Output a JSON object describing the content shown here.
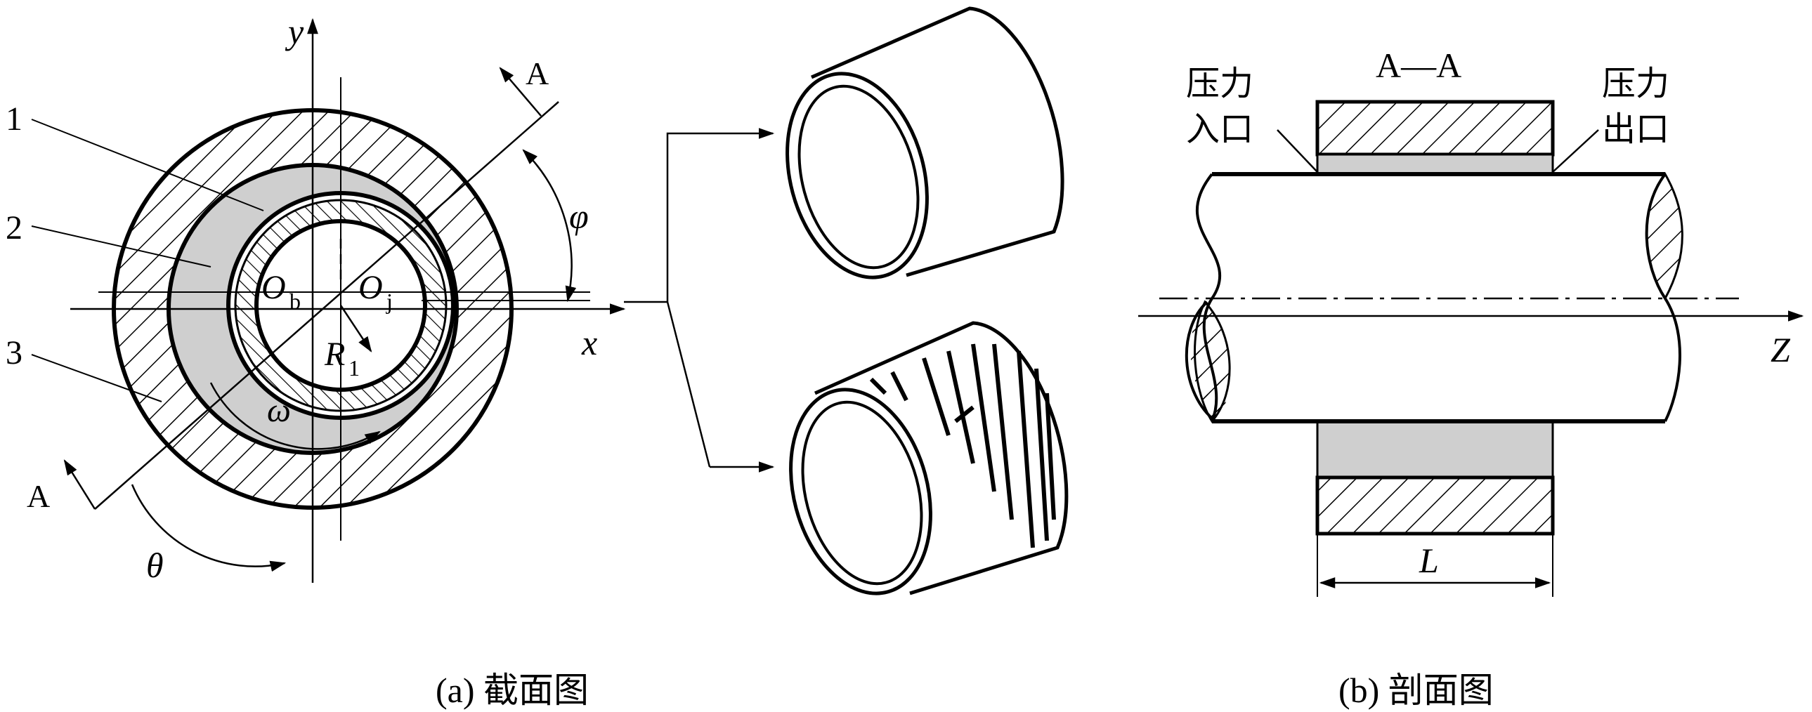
{
  "left_section": {
    "axis_x": "x",
    "axis_y": "y",
    "part_1": "1",
    "part_2": "2",
    "part_3": "3",
    "center_bearing": "O",
    "center_bearing_sub": "b",
    "center_journal": "O",
    "center_journal_sub": "j",
    "radius": "R",
    "radius_sub": "1",
    "angle_phi": "φ",
    "angle_theta": "θ",
    "omega": "ω",
    "section_mark_top": "A",
    "section_mark_bottom": "A",
    "caption": "(a) 截面图"
  },
  "right_section": {
    "title": "A—A",
    "inlet_line1": "压力",
    "inlet_line2": "入口",
    "outlet_line1": "压力",
    "outlet_line2": "出口",
    "axis_z": "Z",
    "length": "L",
    "caption": "(b) 剖面图"
  }
}
